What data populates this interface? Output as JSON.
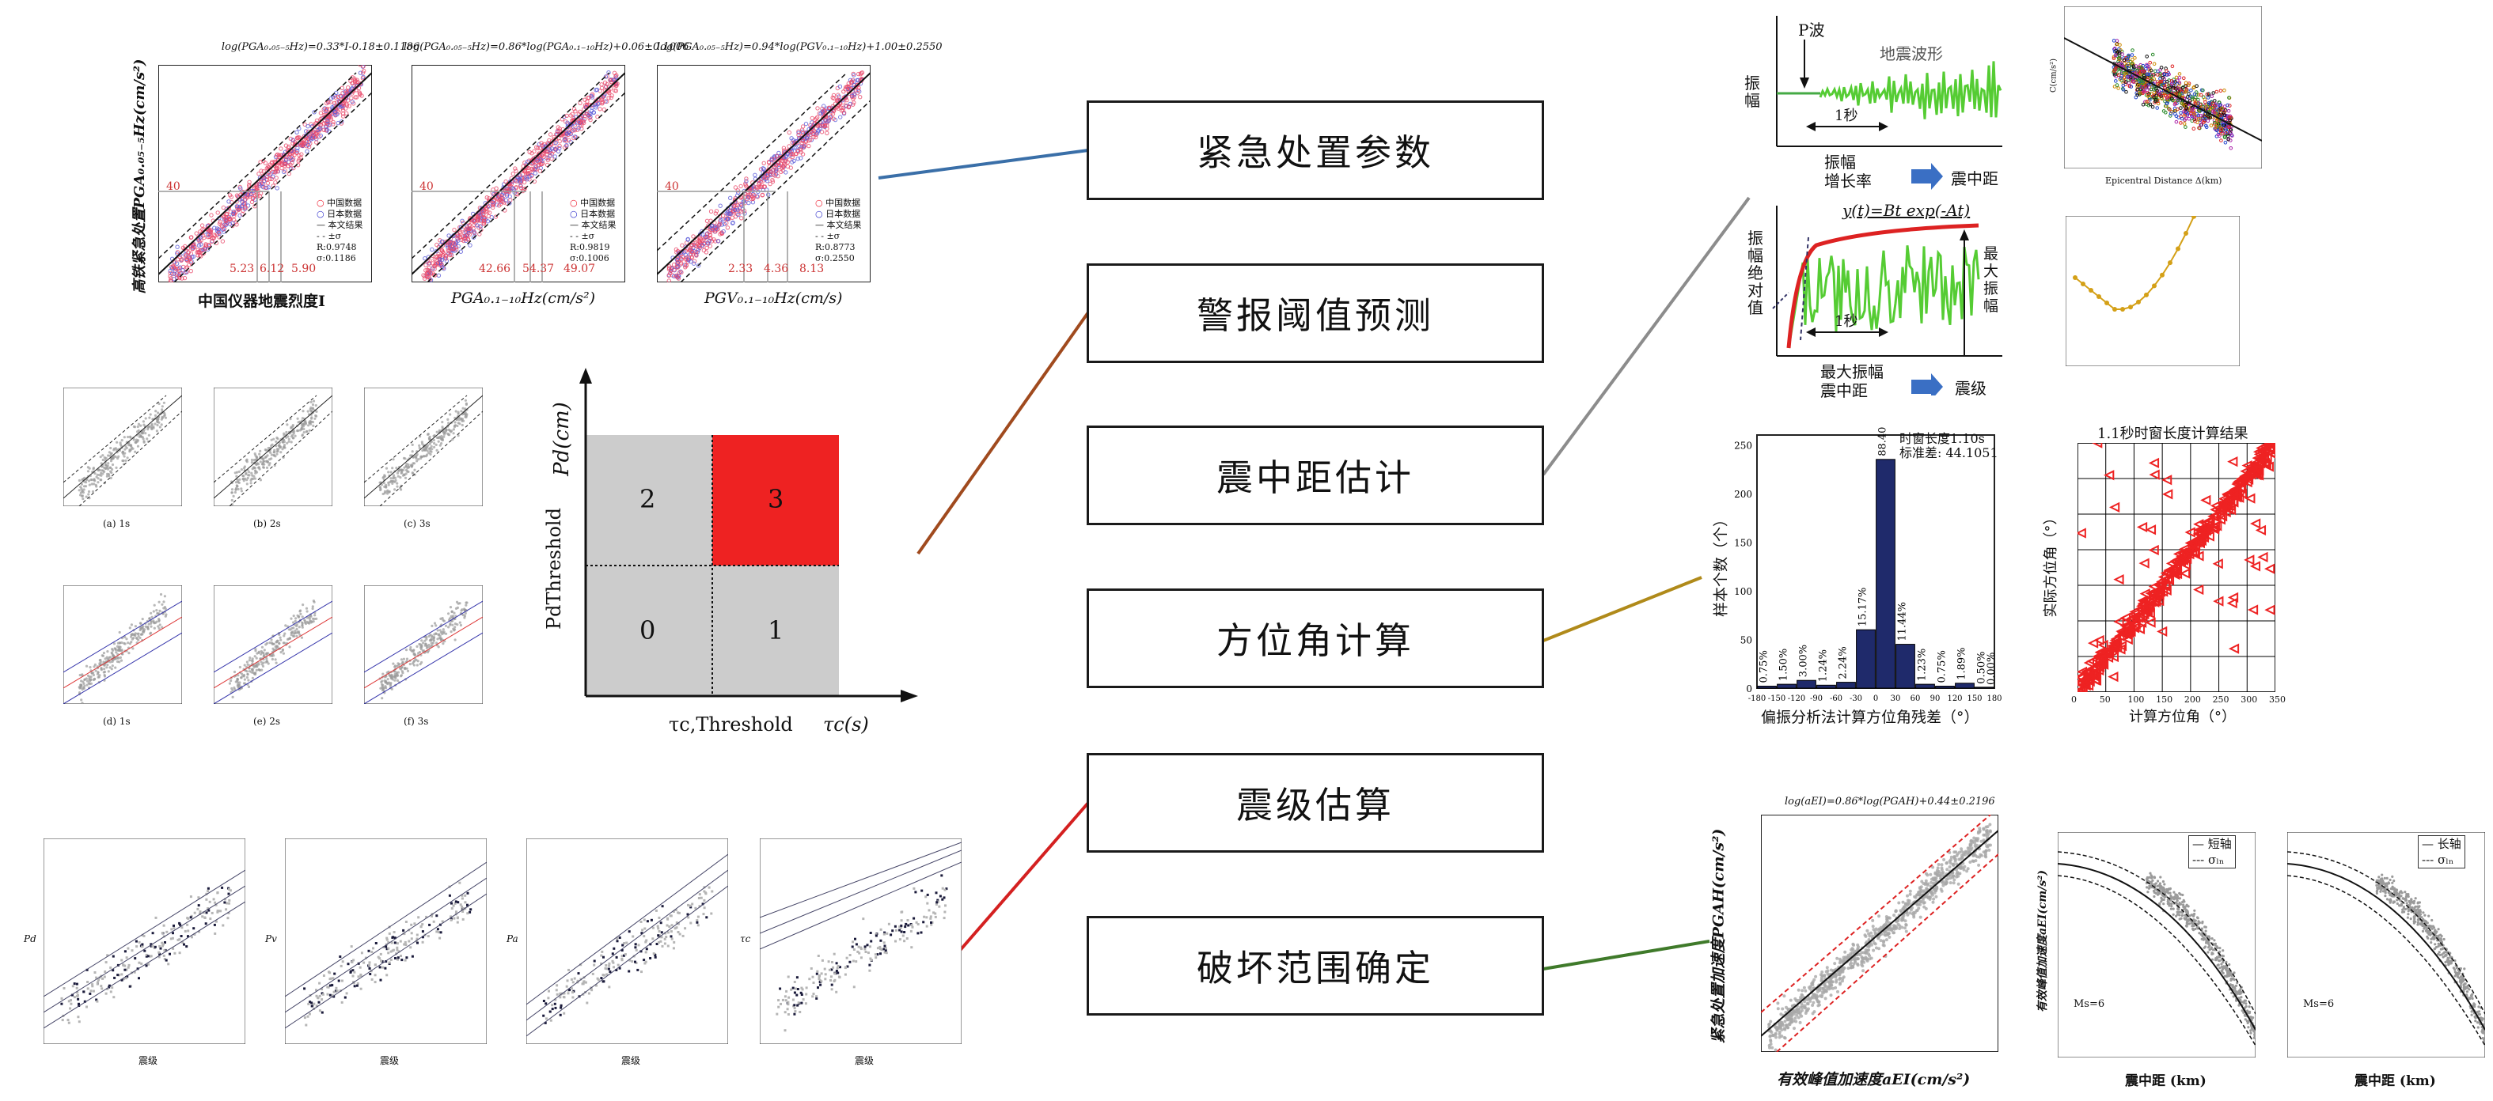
{
  "center_boxes": [
    {
      "id": "emergency",
      "label": "紧急处置参数"
    },
    {
      "id": "alarm",
      "label": "警报阈值预测"
    },
    {
      "id": "distance",
      "label": "震中距估计"
    },
    {
      "id": "azimuth",
      "label": "方位角计算"
    },
    {
      "id": "magnitude",
      "label": "震级估算"
    },
    {
      "id": "damage",
      "label": "破坏范围确定"
    }
  ],
  "connector_colors": {
    "emergency": "#3a6fa8",
    "alarm": "#a04a1e",
    "distance": "#8c8c8c",
    "azimuth": "#b08a1a",
    "magnitude": "#d42020",
    "damage": "#3f7a2a"
  },
  "panel_pga": {
    "plot1": {
      "title": "log(PGA₀.₀₅₋₅Hz)=0.33*I-0.18±0.1186",
      "xlabel": "中国仪器地震烈度I",
      "ylabel": "高铁紧急处置PGA₀.₀₅₋₅Hz(cm/s²)",
      "ref": "40",
      "marks": [
        "5.23",
        "6.12",
        "5.90"
      ],
      "legend": [
        "中国数据",
        "日本数据",
        "本文结果",
        "±σ"
      ],
      "stats": [
        "R:0.9748",
        "σ:0.1186"
      ]
    },
    "plot2": {
      "title": "log(PGA₀.₀₅₋₅Hz)=0.86*log(PGA₀.₁₋₁₀Hz)+0.06±0.1006",
      "xlabel": "PGA₀.₁₋₁₀Hz(cm/s²)",
      "ref": "40",
      "marks": [
        "42.66",
        "54.37",
        "49.07"
      ],
      "legend": [
        "中国数据",
        "日本数据",
        "本文结果",
        "±σ"
      ],
      "stats": [
        "R:0.9819",
        "σ:0.1006"
      ]
    },
    "plot3": {
      "title": "log(PGA₀.₀₅₋₅Hz)=0.94*log(PGV₀.₁₋₁₀Hz)+1.00±0.2550",
      "xlabel": "PGV₀.₁₋₁₀Hz(cm/s)",
      "ref": "40",
      "marks": [
        "2.33",
        "4.36",
        "8.13"
      ],
      "legend": [
        "中国数据",
        "日本数据",
        "本文结果",
        "±σ"
      ],
      "stats": [
        "R:0.8773",
        "σ:0.2550"
      ]
    }
  },
  "panel_threshold": {
    "y_axis_label": "Pd(cm)",
    "y_threshold_label": "PdThreshold",
    "x_threshold_label": "τc,Threshold",
    "x_axis_label": "τc(s)",
    "quadrants": [
      "2",
      "3",
      "0",
      "1"
    ],
    "highlight_color": "#ee2222",
    "grey_color": "#cccccc"
  },
  "panel_scatter_small": {
    "row1_labels": [
      "(a) 1s",
      "(b) 2s",
      "(c) 3s"
    ],
    "row2_labels": [
      "(d) 1s",
      "(e) 2s",
      "(f) 3s"
    ]
  },
  "panel_magnitude_bottom": {
    "xlabel": "震级",
    "ylabels": [
      "Pd",
      "Pv",
      "Pa",
      "τc"
    ]
  },
  "panel_waveform": {
    "p_label": "P波",
    "wave_label": "地震波形",
    "amp_label": "振幅",
    "one_sec": "1秒",
    "rate_label_1": "振幅",
    "rate_label_2": "增长率",
    "result_distance": "震中距",
    "abs_label": "振幅绝对值",
    "formula": "y(t)=Bt exp(-At)",
    "max_label": "最大振幅",
    "max_dist_1": "最大振幅",
    "max_dist_2": "震中距",
    "result_magnitude": "震级",
    "one_sec_2": "1秒"
  },
  "panel_distance_scatter": {
    "xlabel": "Epicentral Distance Δ(km)",
    "ylabel": "C(cm/s²)"
  },
  "panel_histogram": {
    "title_1": "时窗长度1.10s",
    "title_2": "标准差: 44.1051",
    "xlabel": "偏振分析法计算方位角残差（°）",
    "ylabel": "样本个数（个）",
    "categories": [
      "-180",
      "-150",
      "-120",
      "-90",
      "-60",
      "-30",
      "0",
      "30",
      "60",
      "90",
      "120",
      "150",
      "180"
    ],
    "bar_color": "#1f2a6b",
    "bars": [
      {
        "x": -165,
        "count": 2,
        "pct": "0.75%"
      },
      {
        "x": -135,
        "count": 4,
        "pct": "1.50%"
      },
      {
        "x": -105,
        "count": 8,
        "pct": "3.00%"
      },
      {
        "x": -75,
        "count": 3,
        "pct": "1.24%"
      },
      {
        "x": -45,
        "count": 6,
        "pct": "2.24%"
      },
      {
        "x": -15,
        "count": 60,
        "pct": "15.17%"
      },
      {
        "x": 15,
        "count": 235,
        "pct": "88.40%"
      },
      {
        "x": 45,
        "count": 45,
        "pct": "11.44%"
      },
      {
        "x": 75,
        "count": 4,
        "pct": "1.23%"
      },
      {
        "x": 105,
        "count": 2,
        "pct": "0.75%"
      },
      {
        "x": 135,
        "count": 5,
        "pct": "1.89%"
      },
      {
        "x": 165,
        "count": 1,
        "pct": "0.50%"
      },
      {
        "x": 180,
        "count": 0,
        "pct": "0.00%"
      }
    ],
    "y_ticks": [
      "0",
      "50",
      "100",
      "150",
      "200",
      "250"
    ],
    "ylim": [
      0,
      260
    ]
  },
  "panel_azimuth_scatter": {
    "title": "1.1秒时窗长度计算结果",
    "xlabel": "计算方位角（°）",
    "ylabel": "实际方位角（°）",
    "ticks": [
      "0",
      "50",
      "100",
      "150",
      "200",
      "250",
      "300",
      "350"
    ],
    "marker_color": "#ee2222"
  },
  "panel_sigma_curve": {
    "line_color": "#d4a017"
  },
  "panel_damage": {
    "title": "log(aEI)=0.86*log(PGAH)+0.44±0.2196",
    "xlabel": "有效峰值加速度aEI(cm/s²)",
    "ylabel": "紧急处置加速度PGAH(cm/s²)",
    "ms_label": "Ms=6",
    "legend_a": "短轴",
    "legend_b": "长轴",
    "legend_sigma": "σₗₙ",
    "dist_xlabel": "震中距 (km)",
    "dist_ylabel": "有效峰值加速度aEI(cm/s²)"
  }
}
